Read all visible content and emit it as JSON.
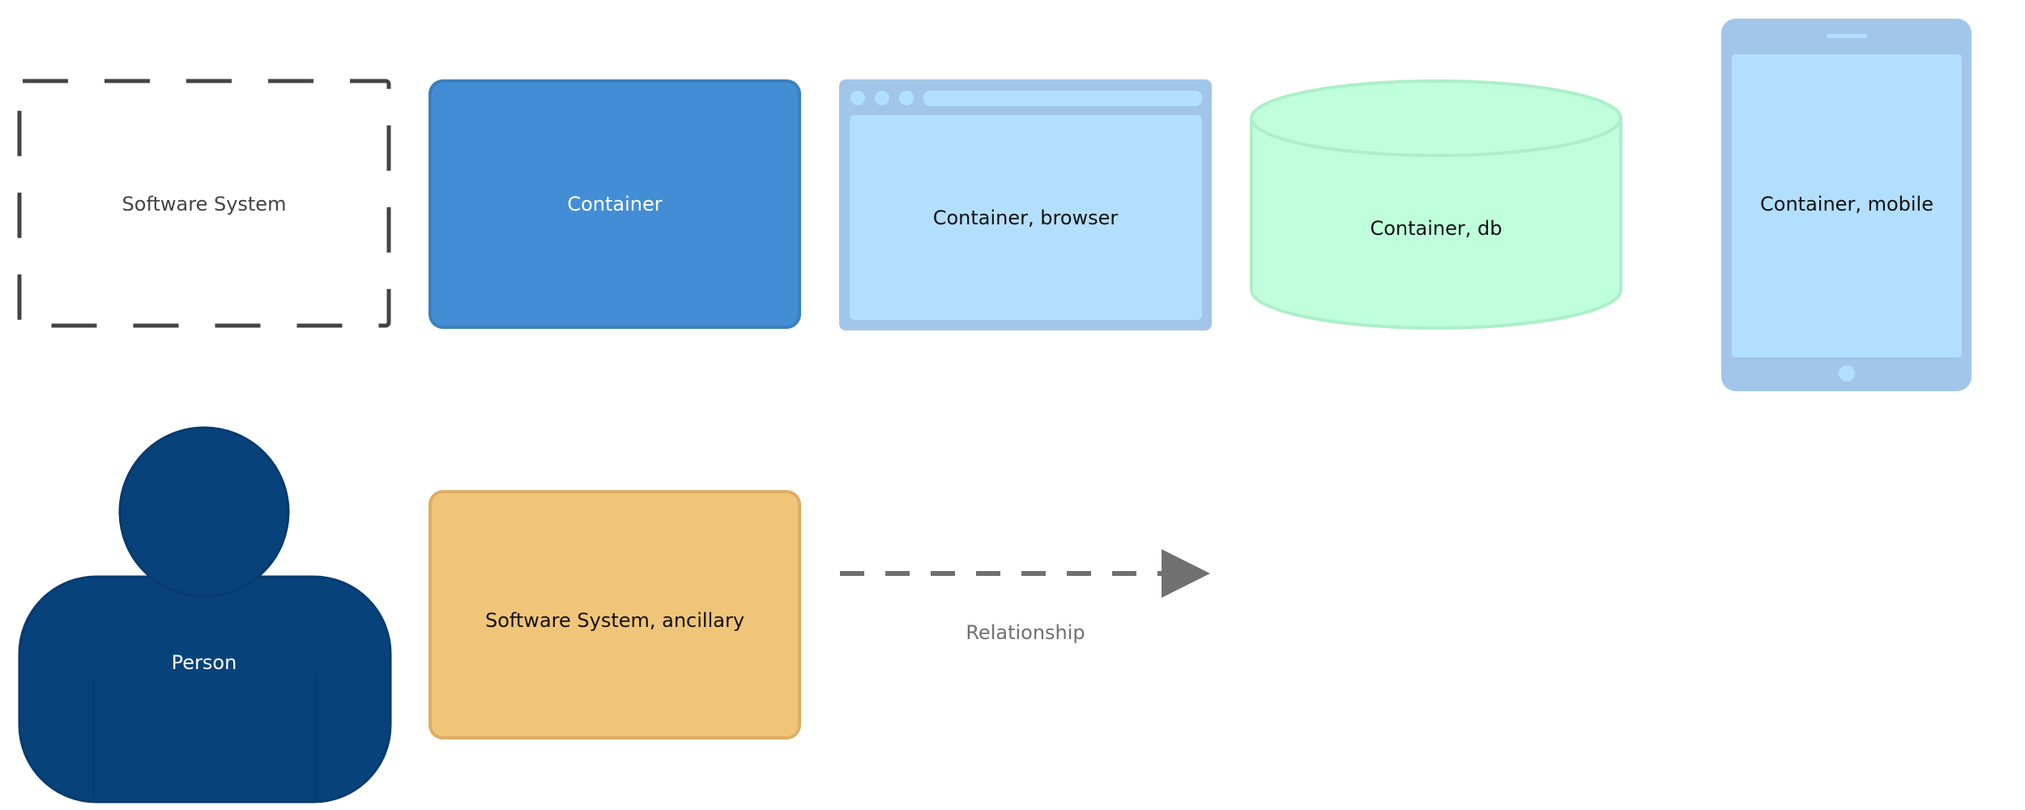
{
  "legend": {
    "software_system": {
      "label": "Software System",
      "border_color": "#444444",
      "text_color": "#444444",
      "style": "dashed"
    },
    "container": {
      "label": "Container",
      "fill": "#438dd5",
      "stroke": "#3c7fc0",
      "text_color": "#ffffff"
    },
    "container_browser": {
      "label": "Container, browser",
      "frame_color": "#a2c6e9",
      "fill": "#b3dffe",
      "text_color": "#111111",
      "icon": "browser-window-icon"
    },
    "container_db": {
      "label": "Container, db",
      "fill": "#bfffdc",
      "stroke": "#acefc8",
      "text_color": "#111111",
      "icon": "database-cylinder-icon"
    },
    "container_mobile": {
      "label": "Container, mobile",
      "frame_color": "#a2c6e9",
      "fill": "#b3dffe",
      "text_color": "#111111",
      "icon": "mobile-device-icon"
    },
    "person": {
      "label": "Person",
      "fill": "#08427b",
      "stroke": "#073b6f",
      "text_color": "#ffffff",
      "icon": "person-icon"
    },
    "software_system_ancillary": {
      "label": "Software System, ancillary",
      "fill": "#f0c57a",
      "stroke": "#dcae64",
      "text_color": "#111111"
    },
    "relationship": {
      "label": "Relationship",
      "line_color": "#707070",
      "text_color": "#707070",
      "style": "dashed",
      "icon": "arrow-right-icon"
    }
  }
}
